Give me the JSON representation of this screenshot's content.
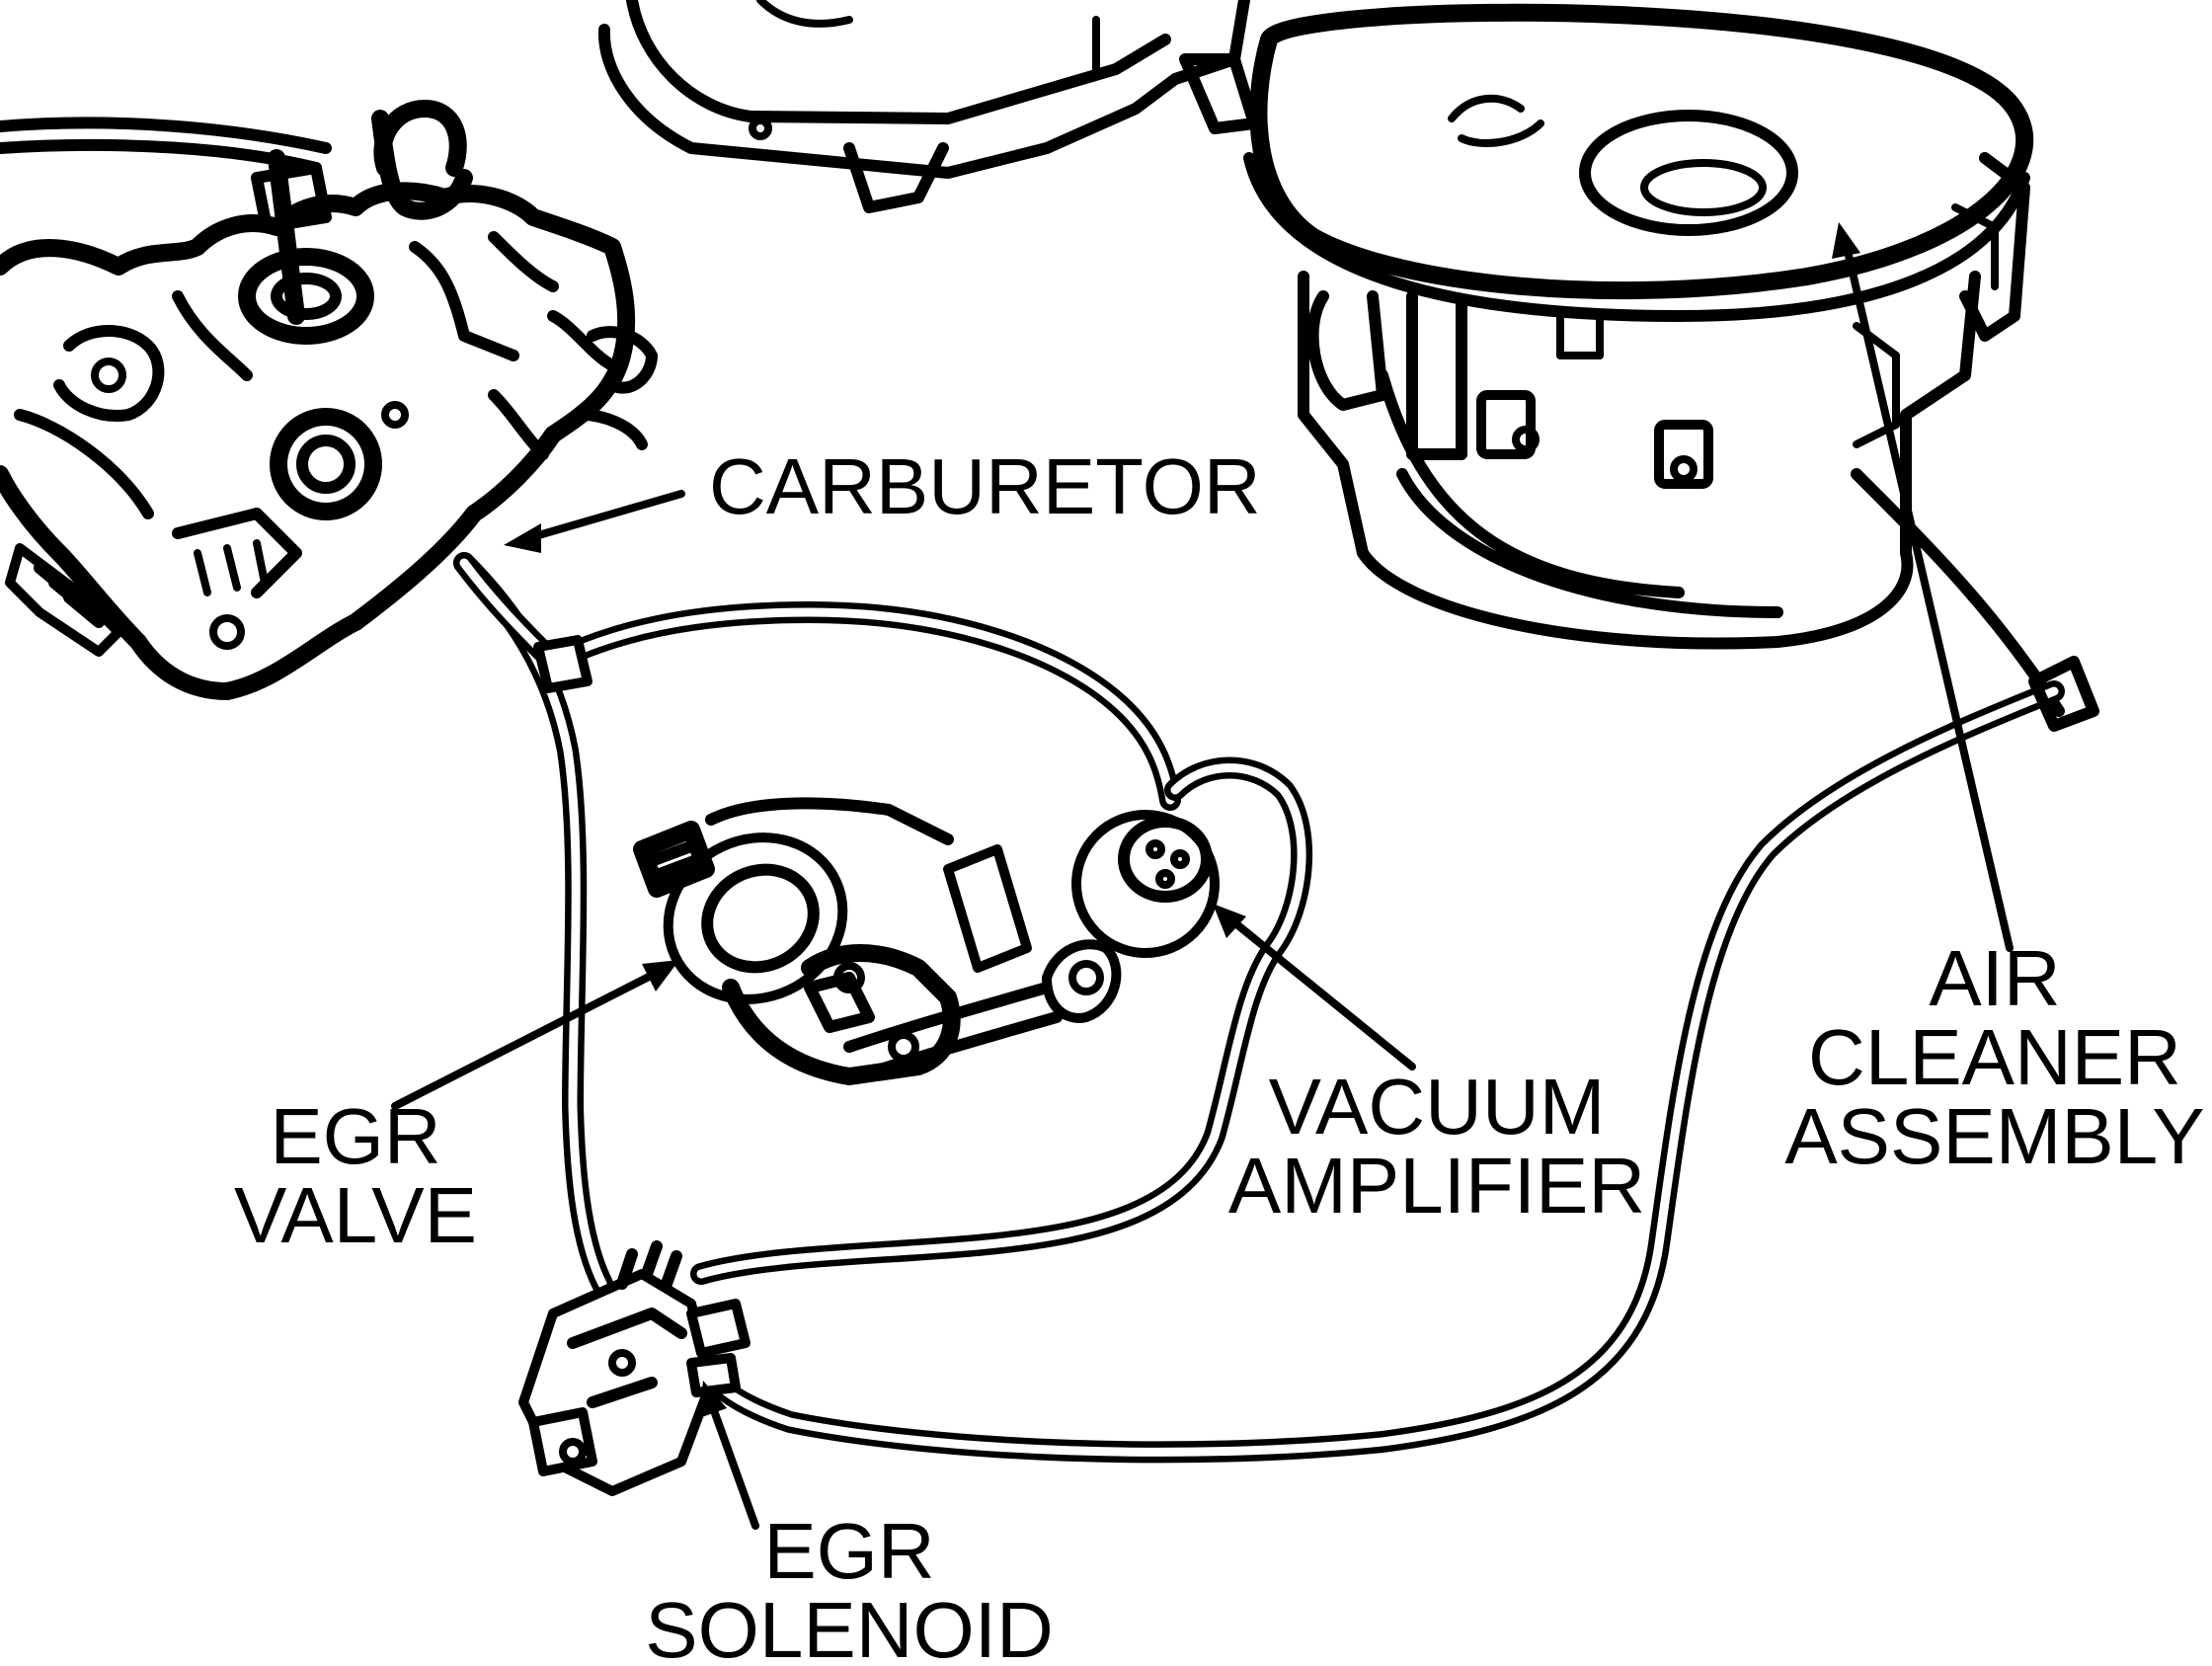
{
  "labels": {
    "carburetor": "CARBURETOR",
    "air_cleaner_line1": "AIR",
    "air_cleaner_line2": "CLEANER",
    "air_cleaner_line3": "ASSEMBLY",
    "vacuum_amplifier_line1": "VACUUM",
    "vacuum_amplifier_line2": "AMPLIFIER",
    "egr_valve_line1": "EGR",
    "egr_valve_line2": "VALVE",
    "egr_solenoid_line1": "EGR",
    "egr_solenoid_line2": "SOLENOID"
  },
  "colors": {
    "ink": "#000000",
    "paper": "#ffffff"
  }
}
